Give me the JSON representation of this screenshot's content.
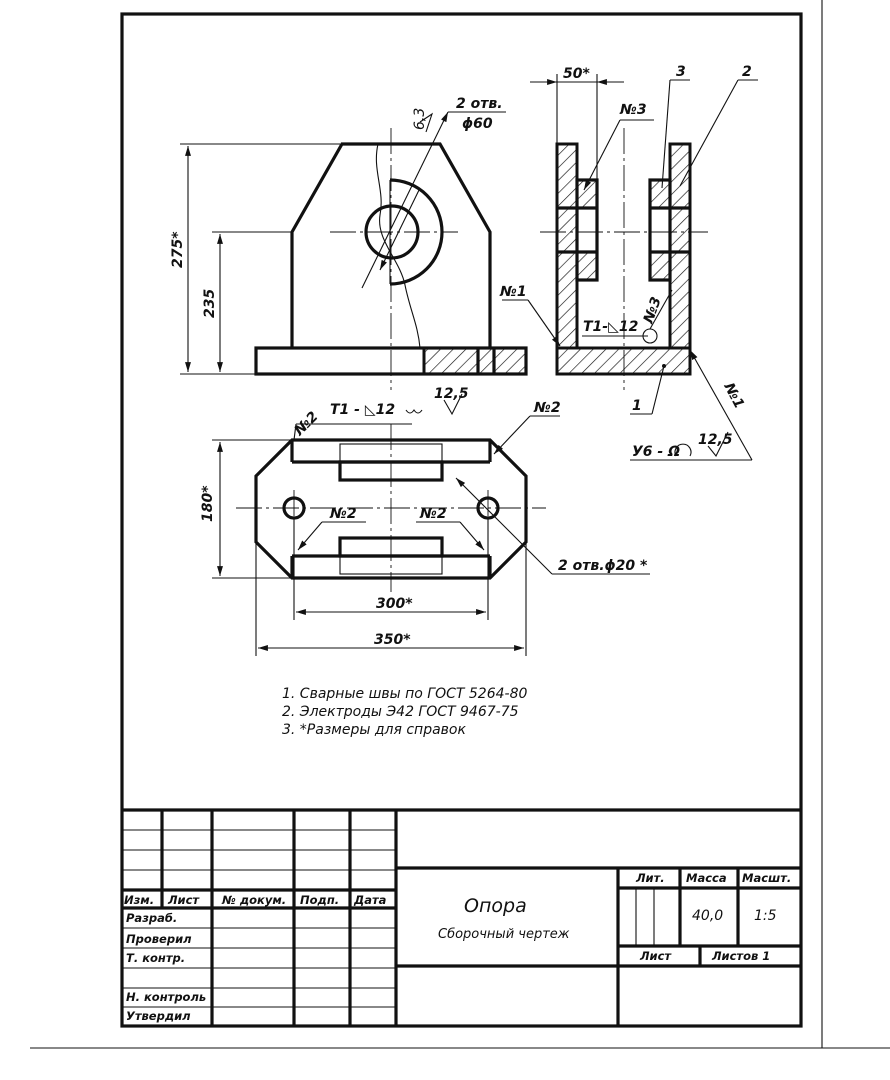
{
  "drawing": {
    "dimensions": {
      "width_top": "50*",
      "height_total": "275*",
      "height_axis": "235",
      "width_base": "180*",
      "length_holes": "300*",
      "length_total": "350*"
    },
    "annotations": {
      "holes_top": "2 отв.",
      "hole_diameter": "ϕ60",
      "roughness_hole": "6,3",
      "weld_front": "Т1 - ◺12",
      "roughness_front": "12,5",
      "weld_side": "Т1-◺12",
      "weld_bottom": "У6 - Ω",
      "roughness_bottom": "12,5",
      "holes_base": "2 отв.ϕ20 *"
    },
    "weld_marks": {
      "no1": "№1",
      "no2": "№2",
      "no3": "№3"
    },
    "positions": {
      "p1": "1",
      "p2": "2",
      "p3": "3"
    }
  },
  "notes": [
    "1. Сварные швы по ГОСТ 5264-80",
    "2. Электроды Э42 ГОСТ 9467-75",
    "3. *Размеры для справок"
  ],
  "title_block": {
    "headers": {
      "izm": "Изм.",
      "list": "Лист",
      "doc": "№ докум.",
      "sign": "Подп.",
      "date": "Дата"
    },
    "roles": {
      "razrab": "Разраб.",
      "proveril": "Проверил",
      "tkontr": "Т. контр.",
      "nkontrol": "Н. контроль",
      "utverdil": "Утвердил"
    },
    "name": "Опора",
    "doc_type": "Сборочный чертеж",
    "lit_label": "Лит.",
    "mass_label": "Масса",
    "scale_label": "Масшт.",
    "mass_value": "40,0",
    "scale_value": "1:5",
    "sheet_label": "Лист",
    "sheets_label": "Листов 1"
  }
}
